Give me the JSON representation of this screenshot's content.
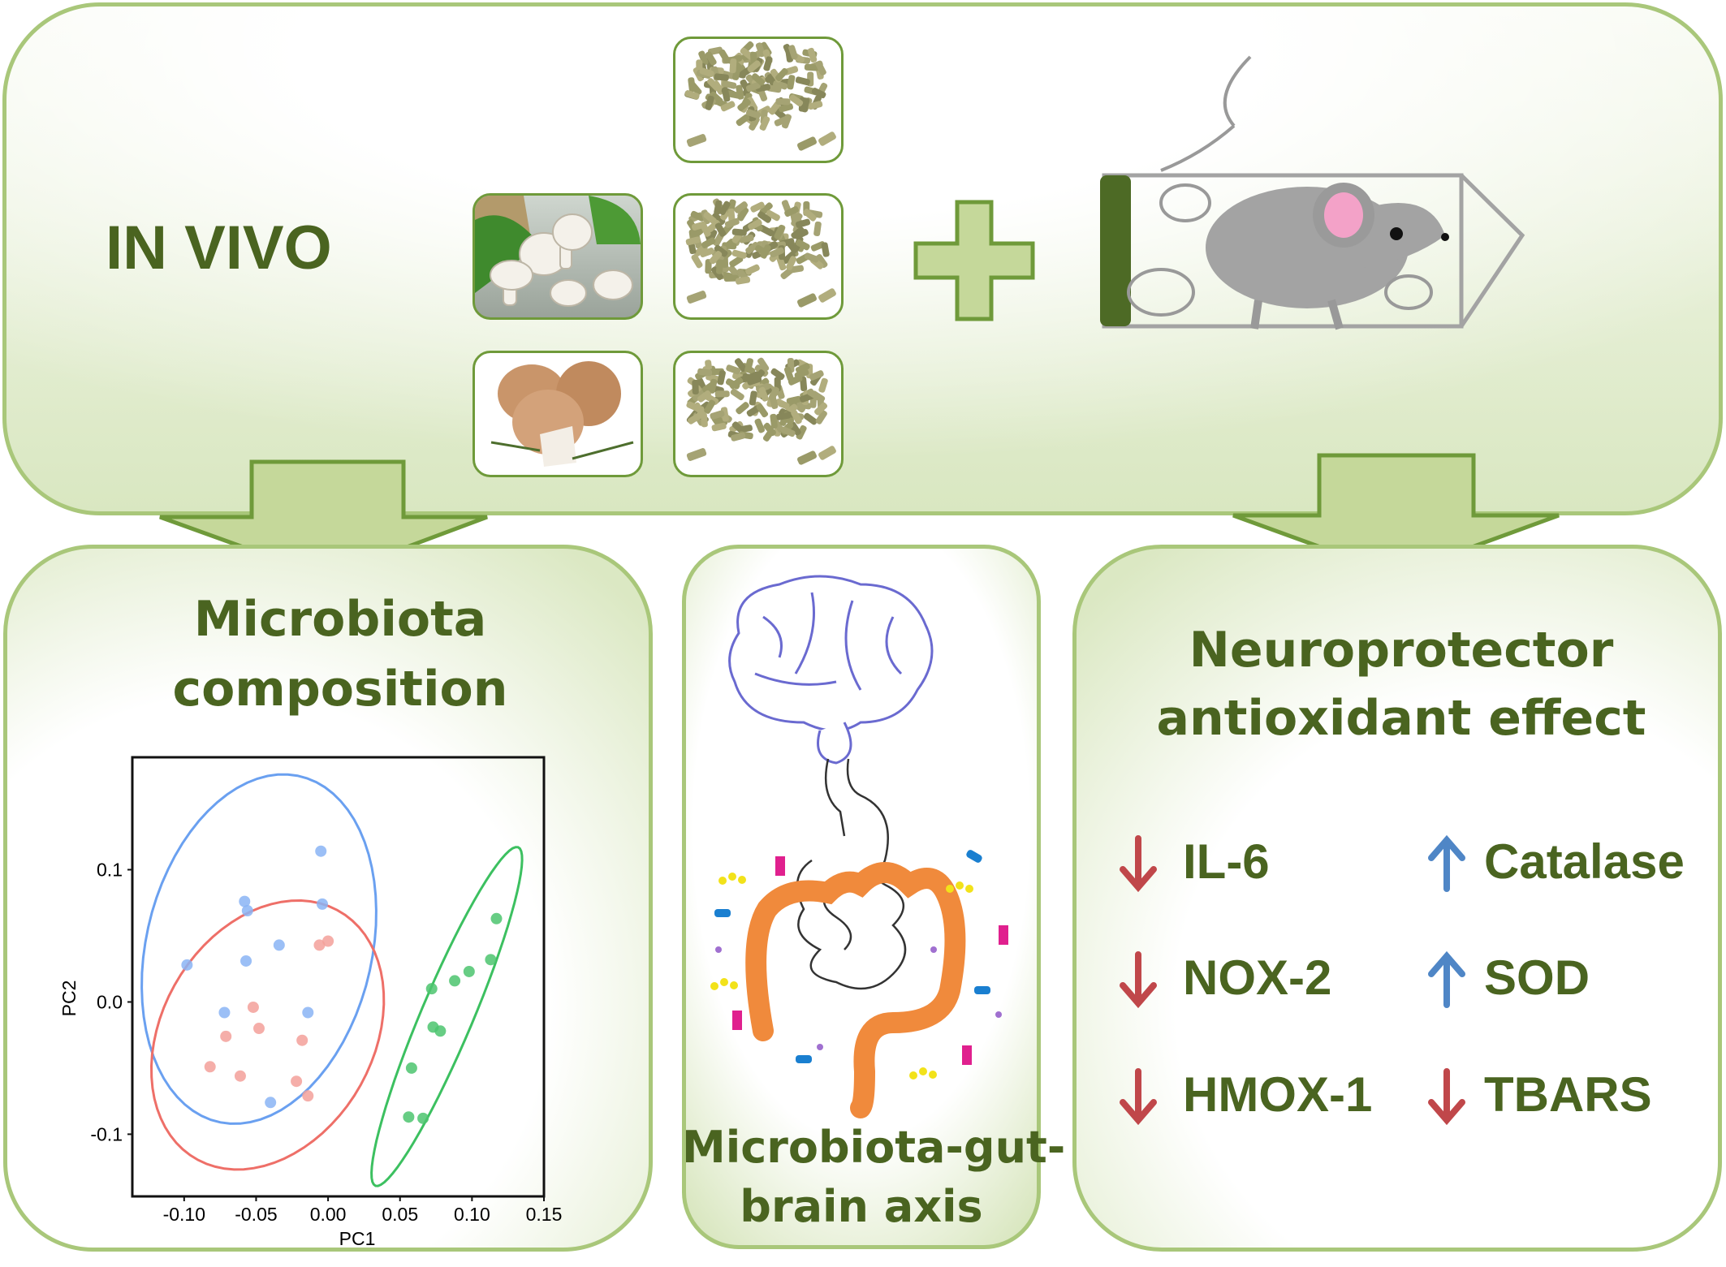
{
  "top": {
    "title": "IN VIVO",
    "tiles": [
      {
        "type": "pellets"
      },
      {
        "type": "white-mushrooms"
      },
      {
        "type": "pellets"
      },
      {
        "type": "brown-mushrooms"
      },
      {
        "type": "pellets"
      }
    ],
    "plus_icon": "plus-icon",
    "mouse_icon": "mouse-in-tube-icon"
  },
  "left_panel": {
    "title_line1": "Microbiota",
    "title_line2": "composition"
  },
  "middle_panel": {
    "title_line1": "Microbiota-gut-",
    "title_line2": "brain axis",
    "illustration": "brain-gut-icon"
  },
  "right_panel": {
    "title_line1": "Neuroprotector",
    "title_line2": "antioxidant effect",
    "effects": [
      {
        "label": "IL-6",
        "direction": "down"
      },
      {
        "label": "Catalase",
        "direction": "up"
      },
      {
        "label": "NOX-2",
        "direction": "down"
      },
      {
        "label": "SOD",
        "direction": "up"
      },
      {
        "label": "HMOX-1",
        "direction": "down"
      },
      {
        "label": "TBARS",
        "direction": "down"
      }
    ]
  },
  "colors": {
    "green_dark": "#4a6420",
    "green_border": "#a9c77a",
    "arrow_fill": "#c5d89a",
    "down": "#c0474a",
    "up": "#4f86c6",
    "blue": "#7aa9f0",
    "red": "#f08a85",
    "green": "#3cc060"
  },
  "chart_data": {
    "type": "scatter",
    "title": "",
    "xlabel": "PC1",
    "ylabel": "PC2",
    "xlim": [
      -0.136,
      0.15
    ],
    "ylim": [
      -0.147,
      0.185
    ],
    "xticks": [
      "-0.10",
      "-0.05",
      "0.00",
      "0.05",
      "0.10",
      "0.15"
    ],
    "xtick_values": [
      -0.1,
      -0.05,
      0.0,
      0.05,
      0.1,
      0.15
    ],
    "yticks": [
      "-0.1",
      "0.0",
      "0.1"
    ],
    "ytick_values": [
      -0.1,
      0.0,
      0.1
    ],
    "grid": false,
    "series": [
      {
        "name": "blue group",
        "color": "#8ab4f5",
        "points": [
          [
            -0.005,
            0.114
          ],
          [
            -0.058,
            0.076
          ],
          [
            -0.056,
            0.069
          ],
          [
            -0.004,
            0.074
          ],
          [
            -0.034,
            0.043
          ],
          [
            -0.098,
            0.028
          ],
          [
            -0.057,
            0.031
          ],
          [
            -0.072,
            -0.008
          ],
          [
            -0.014,
            -0.008
          ],
          [
            -0.04,
            -0.076
          ]
        ],
        "ellipse": {
          "center": [
            -0.048,
            0.04
          ],
          "axis1": [
            0.02,
            0.132
          ],
          "axis2": [
            0.079,
            -0.005
          ],
          "color": "#6aa0f0"
        }
      },
      {
        "name": "red group",
        "color": "#f3a09a",
        "points": [
          [
            -0.006,
            0.043
          ],
          [
            0.0,
            0.046
          ],
          [
            -0.052,
            -0.004
          ],
          [
            -0.048,
            -0.02
          ],
          [
            -0.071,
            -0.026
          ],
          [
            -0.018,
            -0.029
          ],
          [
            -0.082,
            -0.049
          ],
          [
            -0.061,
            -0.056
          ],
          [
            -0.022,
            -0.06
          ],
          [
            -0.014,
            -0.071
          ]
        ],
        "ellipse": {
          "center": [
            -0.042,
            -0.025
          ],
          "axis1": [
            0.03,
            0.101
          ],
          "axis2": [
            0.075,
            -0.012
          ],
          "color": "#ee6f68"
        }
      },
      {
        "name": "green group",
        "color": "#4cc46e",
        "points": [
          [
            0.117,
            0.063
          ],
          [
            0.113,
            0.032
          ],
          [
            0.098,
            0.023
          ],
          [
            0.088,
            0.016
          ],
          [
            0.072,
            0.01
          ],
          [
            0.073,
            -0.019
          ],
          [
            0.078,
            -0.022
          ],
          [
            0.058,
            -0.05
          ],
          [
            0.056,
            -0.087
          ],
          [
            0.066,
            -0.088
          ]
        ],
        "ellipse": {
          "center": [
            0.0825,
            -0.011
          ],
          "axis1": [
            0.0495,
            0.128
          ],
          "axis2": [
            0.017,
            -0.0065
          ],
          "color": "#3cc060"
        }
      }
    ]
  }
}
